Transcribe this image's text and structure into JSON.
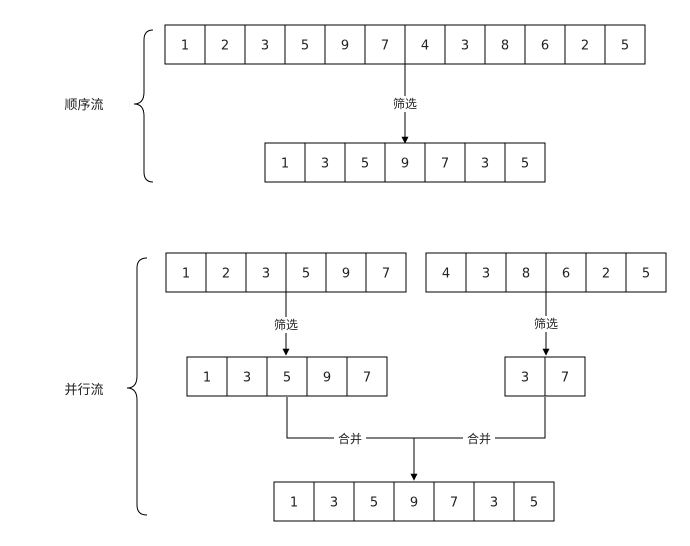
{
  "sequential": {
    "label": "顺序流",
    "input": [
      "1",
      "2",
      "3",
      "5",
      "9",
      "7",
      "4",
      "3",
      "8",
      "6",
      "2",
      "5"
    ],
    "filter_label": "筛选",
    "output": [
      "1",
      "3",
      "5",
      "9",
      "7",
      "3",
      "5"
    ]
  },
  "parallel": {
    "label": "并行流",
    "left_input": [
      "1",
      "2",
      "3",
      "5",
      "9",
      "7"
    ],
    "right_input": [
      "4",
      "3",
      "8",
      "6",
      "2",
      "5"
    ],
    "left_filter_label": "筛选",
    "right_filter_label": "筛选",
    "left_output": [
      "1",
      "3",
      "5",
      "9",
      "7"
    ],
    "right_output": [
      "3",
      "7"
    ],
    "left_merge_label": "合并",
    "right_merge_label": "合并",
    "result": [
      "1",
      "3",
      "5",
      "9",
      "7",
      "3",
      "5"
    ]
  }
}
